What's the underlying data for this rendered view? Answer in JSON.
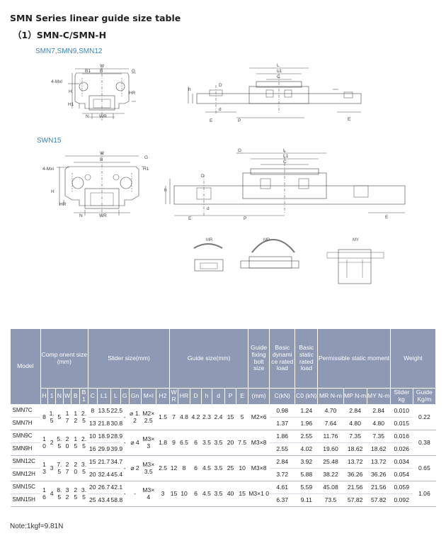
{
  "header": {
    "title": "SMN Series linear guide size table",
    "subtitle": "（1）SMN-C/SMN-H"
  },
  "figures": {
    "cap1": "SMN7,SMN9,SMN12",
    "cap2": "SWN15",
    "fig1_end": {
      "mxl": "4-Mxl",
      "w": "W",
      "b": "B",
      "b1": "B1",
      "g": "G",
      "h1": "H1",
      "h": "H",
      "n": "N",
      "wr": "WR",
      "hr": "HR"
    },
    "fig1_side": {
      "l": "L",
      "l1": "L1",
      "c": "C",
      "d": "D",
      "h": "h",
      "d_small": "d",
      "e": "E",
      "p": "P"
    },
    "fig2_end": {
      "mxl": "4-Mxl",
      "w": "W",
      "b": "B",
      "g": "G",
      "h1": "H1",
      "h": "H",
      "hr": "HR",
      "n": "N",
      "wr": "WR"
    },
    "fig2_side": {
      "g": "G",
      "l": "L",
      "l1": "L1",
      "c": "C",
      "d": "D",
      "h": "h",
      "d_small": "d",
      "e": "E",
      "p": "P"
    },
    "moments": {
      "mr": "MR",
      "mp": "MP",
      "my": "MY"
    }
  },
  "table": {
    "headers": {
      "model": "Model",
      "component": "Comp onent size (mm)",
      "slider": "Slider size(mm)",
      "guide": "Guide size(mm)",
      "bolt": "Guide fixing bolt size",
      "dyn": "Basic dynami ce rated load",
      "stat": "Basic static rated load",
      "moment": "Permissible static moment",
      "weight": "Weight"
    },
    "sub": {
      "H": "H",
      "H1": "1",
      "N": "N",
      "W": "W",
      "B": "B",
      "B1": "B 1",
      "C": "C",
      "L1": "L1",
      "L": "L",
      "G": "G",
      "Gn": "Gn",
      "Mxl": "M×l",
      "H2": "H2",
      "WR": "W R",
      "HR": "HR",
      "D": "D",
      "h": "h",
      "d": "d",
      "P": "P",
      "E": "E",
      "mm": "(mm)",
      "ckn": "C(kN)",
      "c0": "C0 (kN)",
      "mr": "MR N-m",
      "mp": "MP N-m",
      "my": "MY N-m",
      "slider_kg": "Slider kg",
      "guide_kg": "Guide Kg/m"
    },
    "groups": [
      {
        "rows": [
          {
            "model": "SMN7C",
            "c": "8",
            "l1": "13.5",
            "l": "22.5",
            "dyn": "0.98",
            "stat": "1.24",
            "mr": "4.70",
            "mp": "2.84",
            "my": "2.84",
            "slider": "0.010"
          },
          {
            "model": "SMN7H",
            "c": "13",
            "l1": "21.8",
            "l": "30.8",
            "dyn": "1.37",
            "stat": "1.96",
            "mr": "7.64",
            "mp": "4.80",
            "my": "4.80",
            "slider": "0.015"
          }
        ],
        "H": "8",
        "H1": "1. 5",
        "N": "5",
        "W": "1 7",
        "B": "1 2",
        "B1": "2. 5",
        "G": "-",
        "Gn": "⌀ 1. 2",
        "Mxl": "M2× 2.5",
        "H2": "1.5",
        "WR": "7",
        "HR": "4.8",
        "D": "4.2",
        "h": "2.3",
        "d": "2.4",
        "P": "15",
        "E": "5",
        "bolt": "M2×6",
        "guide": "0.22"
      },
      {
        "rows": [
          {
            "model": "SMN9C",
            "c": "10",
            "l1": "18.9",
            "l": "28.9",
            "dyn": "1.86",
            "stat": "2.55",
            "mr": "11.76",
            "mp": "7.35",
            "my": "7.35",
            "slider": "0.016"
          },
          {
            "model": "SMN9H",
            "c": "16",
            "l1": "29.9",
            "l": "39.9",
            "dyn": "2.55",
            "stat": "4.02",
            "mr": "19.60",
            "mp": "18.62",
            "my": "18.62",
            "slider": "0.026"
          }
        ],
        "H": "1 0",
        "H1": "2",
        "N": "5. 5",
        "W": "2 0",
        "B": "1 5",
        "B1": "2. 5",
        "G": "-",
        "Gn": "⌀ 4",
        "Mxl": "M3× 3",
        "H2": "1.8",
        "WR": "9",
        "HR": "6.5",
        "D": "6",
        "h": "3.5",
        "d": "3.5",
        "P": "20",
        "E": "7.5",
        "bolt": "M3×8",
        "guide": "0.38"
      },
      {
        "rows": [
          {
            "model": "SMN12C",
            "c": "15",
            "l1": "21.7",
            "l": "34.7",
            "dyn": "2.84",
            "stat": "3.92",
            "mr": "25.48",
            "mp": "13.72",
            "my": "13.72",
            "slider": "0.034"
          },
          {
            "model": "SMN12H",
            "c": "20",
            "l1": "32.4",
            "l": "45.4",
            "dyn": "3.72",
            "stat": "5.88",
            "mr": "38.22",
            "mp": "36.26",
            "my": "36.26",
            "slider": "0.054"
          }
        ],
        "H": "1 3",
        "H1": "3",
        "N": "7. 5",
        "W": "2 7",
        "B": "2 0",
        "B1": "3. 5",
        "G": "-",
        "Gn": "⌀ 2",
        "Mxl": "M3× 3.5",
        "H2": "2.5",
        "WR": "12",
        "HR": "8",
        "D": "6",
        "h": "4.5",
        "d": "3.5",
        "P": "25",
        "E": "10",
        "bolt": "M3×8",
        "guide": "0.65"
      },
      {
        "rows": [
          {
            "model": "SMN15C",
            "c": "20",
            "l1": "26.7",
            "l": "42.1",
            "dyn": "4.61",
            "stat": "5.59",
            "mr": "45.08",
            "mp": "21.56",
            "my": "21.56",
            "slider": "0.059"
          },
          {
            "model": "SMN15H",
            "c": "25",
            "l1": "43.4",
            "l": "58.8",
            "dyn": "6.37",
            "stat": "9.11",
            "mr": "73.5",
            "mp": "57.82",
            "my": "57.82",
            "slider": "0.092"
          }
        ],
        "H": "1 6",
        "H1": "4",
        "N": "8. 5",
        "W": "3 2",
        "B": "2 5",
        "B1": "3. 5",
        "G": "-",
        "Gn": "-",
        "Mxl": "M3× 4",
        "H2": "3",
        "WR": "15",
        "HR": "10",
        "D": "6",
        "h": "4.5",
        "d": "3.5",
        "P": "40",
        "E": "15",
        "bolt": "M3×1 0",
        "guide": "1.06"
      }
    ]
  },
  "note": "Note:1kgf=9.81N",
  "colors": {
    "header_bg": "#8e99b4",
    "caption": "#3a84b8",
    "line": "#555555"
  }
}
